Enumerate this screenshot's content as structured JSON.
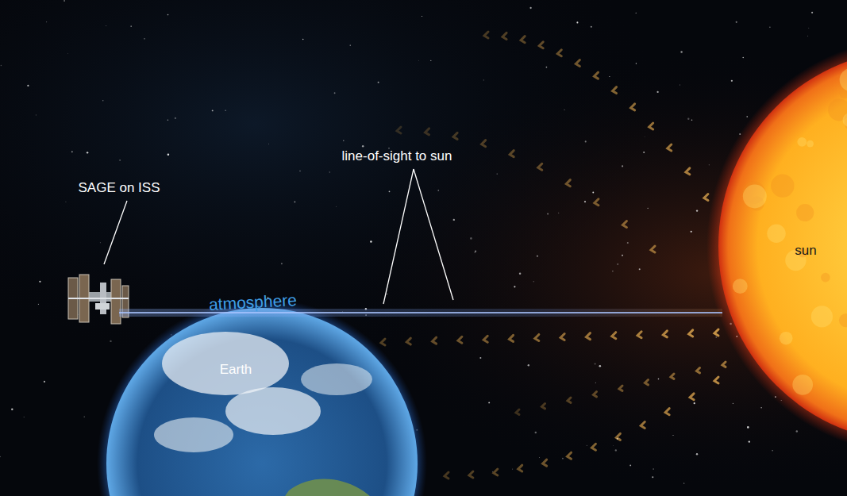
{
  "diagram": {
    "nodes": [
      {
        "text": [
          "atmosphere"
        ]
      },
      {
        "text": [
          "Earth"
        ],
        "in": 0
      },
      {
        "text": [
          "sun"
        ]
      }
    ],
    "labels": [
      "SAGE on ISS",
      "line-of-sight to sun"
    ]
  }
}
